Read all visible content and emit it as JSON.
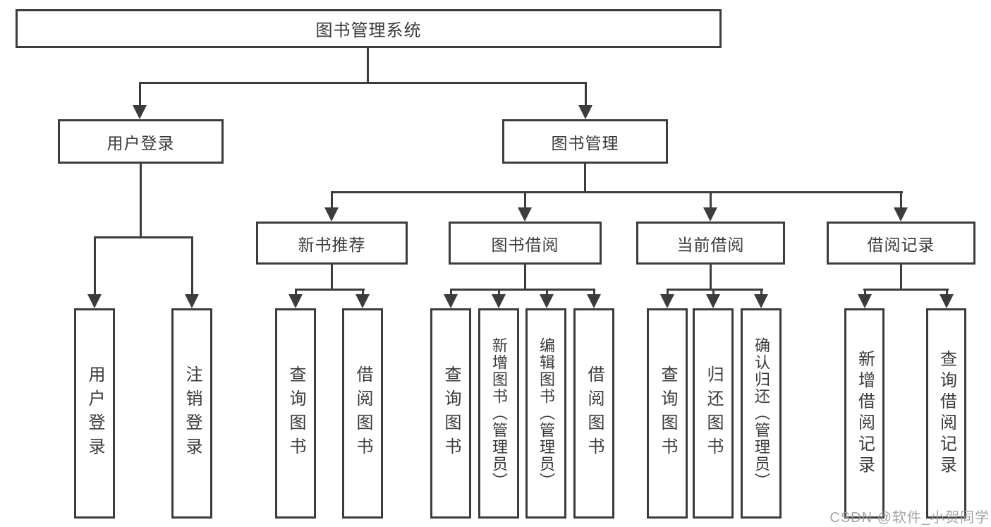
{
  "tree": {
    "root": "图书管理系统",
    "level2": [
      "用户登录",
      "图书管理"
    ],
    "level3": [
      "新书推荐",
      "图书借阅",
      "当前借阅",
      "借阅记录"
    ],
    "leaves": [
      "用户登录",
      "注销登录",
      "查询图书",
      "借阅图书",
      "查询图书",
      "新增图书（管理员）",
      "编辑图书（管理员）",
      "借阅图书",
      "查询图书",
      "归还图书",
      "确认归还（管理员）",
      "新增借阅记录",
      "查询借阅记录"
    ]
  },
  "watermark": "CSDN @软件_小贺同学",
  "colors": {
    "line": "#3c3c3c",
    "text": "#3a3a3a",
    "watermark": "#9b9b9b",
    "background": "#ffffff"
  }
}
